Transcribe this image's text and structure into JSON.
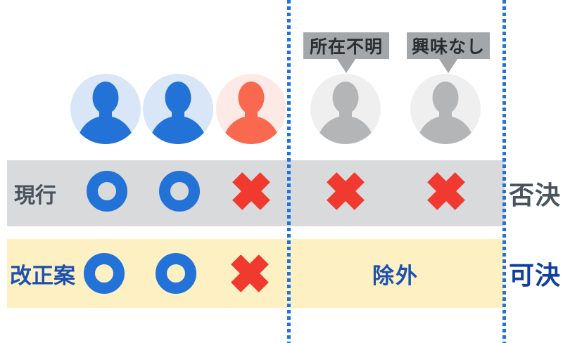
{
  "colors": {
    "blue": "#2272d8",
    "light_blue": "#d8e6f8",
    "orange": "#f8694f",
    "light_orange": "#fdeae6",
    "gray_person": "#b3b5b7",
    "gray_circle": "#efefef",
    "callout_bg": "#a4a7a9",
    "callout_text": "#2b2e30",
    "band_gray": "#d9dadb",
    "band_yellow": "#fdf0c2",
    "slate_text": "#47535d",
    "blue_text": "#1b51b2",
    "dark_blue_text": "#113f9e",
    "red": "#f0392f",
    "divider_blue": "#2273d8"
  },
  "callouts": [
    {
      "label": "所在不明"
    },
    {
      "label": "興味なし"
    }
  ],
  "avatars": [
    {
      "variant": "supporter-blue"
    },
    {
      "variant": "supporter-blue"
    },
    {
      "variant": "opponent-orange"
    },
    {
      "variant": "absent-gray"
    },
    {
      "variant": "absent-gray"
    }
  ],
  "rows": [
    {
      "label": "現行",
      "marks": [
        "circle",
        "circle",
        "cross",
        "cross",
        "cross"
      ],
      "result": "否決"
    },
    {
      "label": "改正案",
      "marks": [
        "circle",
        "circle",
        "cross"
      ],
      "excluded": "除外",
      "result": "可決"
    }
  ]
}
